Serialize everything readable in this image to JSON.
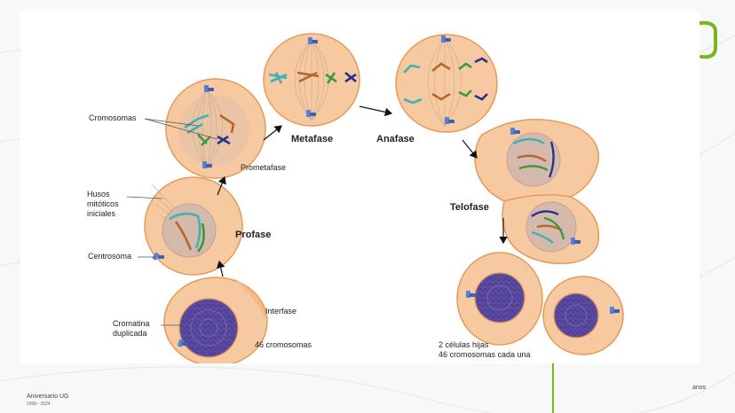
{
  "stages": {
    "interfase": "Interfase",
    "profase": "Profase",
    "prometafase": "Prometafase",
    "metafase": "Metafase",
    "anafase": "Anafase",
    "telofase": "Telofase"
  },
  "labels": {
    "cromosomas": "Cromosomas",
    "husos": "Husos\nmitóticos\niniciales",
    "centrosoma": "Centrosoma",
    "cromatina": "Cromatina\nduplicada",
    "cromosomas_46": "46 cromosomas",
    "hijas": "2 células hijas\n46 cromosomas cada una"
  },
  "branding": {
    "left_text": "Aniversario UG",
    "left_years": "1998 - 2024",
    "right_text": "anos"
  },
  "colors": {
    "cell_fill": "#f7c9a0",
    "cell_stroke": "#e59a57",
    "nucleus_fill": "#d6b9ad",
    "chromatin": "#4b3f96",
    "teal": "#3bb3b3",
    "brown": "#b8662b",
    "green": "#3a9a3a",
    "navy": "#23338f",
    "accent_green": "#7ab51d"
  }
}
